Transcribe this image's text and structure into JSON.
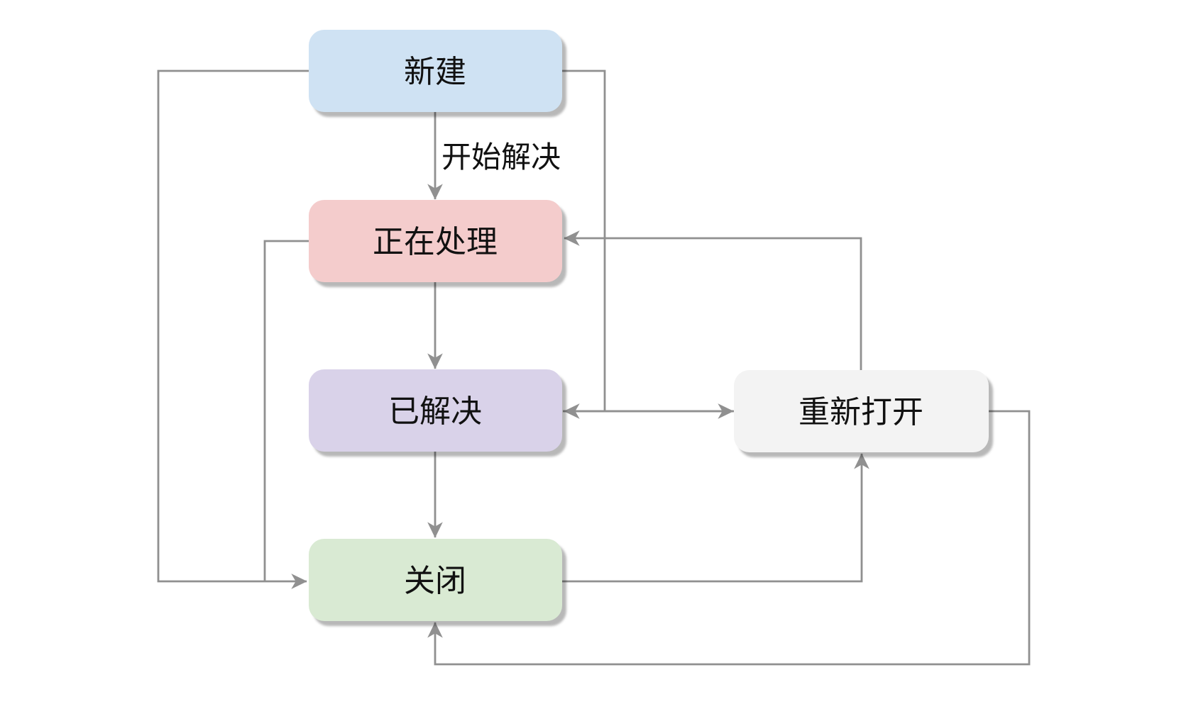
{
  "diagram": {
    "type": "flowchart",
    "description_hint": "issue workflow state diagram",
    "colors": {
      "background": "#ffffff",
      "line": "#909090",
      "text": "#111111"
    },
    "nodes": [
      {
        "id": "new",
        "label": "新建",
        "color": "#cfe2f3"
      },
      {
        "id": "in-progress",
        "label": "正在处理",
        "color": "#f4cccc"
      },
      {
        "id": "resolved",
        "label": "已解决",
        "color": "#d9d2e9"
      },
      {
        "id": "closed",
        "label": "关闭",
        "color": "#d9ead3"
      },
      {
        "id": "reopened",
        "label": "重新打开",
        "color": "#f3f3f3"
      }
    ],
    "edges": [
      {
        "from": "新建",
        "to": "正在处理",
        "label": "开始解决"
      },
      {
        "from": "正在处理",
        "to": "已解决",
        "label": ""
      },
      {
        "from": "已解决",
        "to": "关闭",
        "label": ""
      },
      {
        "from": "新建",
        "to": "关闭",
        "label": ""
      },
      {
        "from": "正在处理",
        "to": "关闭",
        "label": ""
      },
      {
        "from": "新建",
        "to": "已解决",
        "label": ""
      },
      {
        "from": "已解决",
        "to": "重新打开",
        "label": ""
      },
      {
        "from": "重新打开",
        "to": "已解决",
        "label": ""
      },
      {
        "from": "重新打开",
        "to": "正在处理",
        "label": ""
      },
      {
        "from": "关闭",
        "to": "重新打开",
        "label": ""
      },
      {
        "from": "重新打开",
        "to": "关闭",
        "label": ""
      }
    ]
  }
}
